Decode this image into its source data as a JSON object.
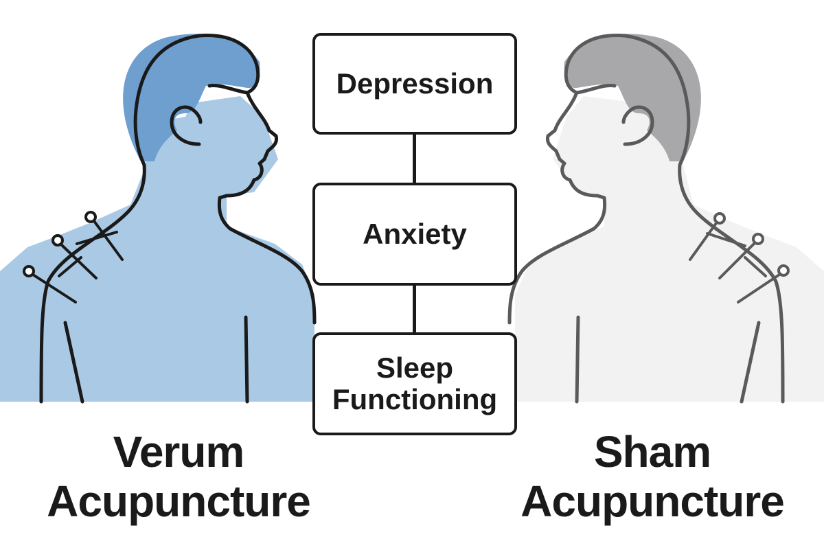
{
  "outcomes": {
    "depression": "Depression",
    "anxiety": "Anxiety",
    "sleep_line1": "Sleep",
    "sleep_line2": "Functioning"
  },
  "left_group": {
    "line1": "Verum",
    "line2": "Acupuncture",
    "fill_color": "#a9c9e5",
    "hair_color": "#6e9fcf"
  },
  "right_group": {
    "line1": "Sham",
    "line2": "Acupuncture",
    "fill_color": "#f2f2f2",
    "hair_color": "#a8a8ab"
  },
  "colors": {
    "stroke_dark": "#1a1a1a",
    "stroke_gray": "#5a5a5a"
  },
  "icons": {
    "left_figure": "person-silhouette-icon",
    "right_figure": "person-silhouette-icon",
    "needles": "acupuncture-needle-icon"
  }
}
